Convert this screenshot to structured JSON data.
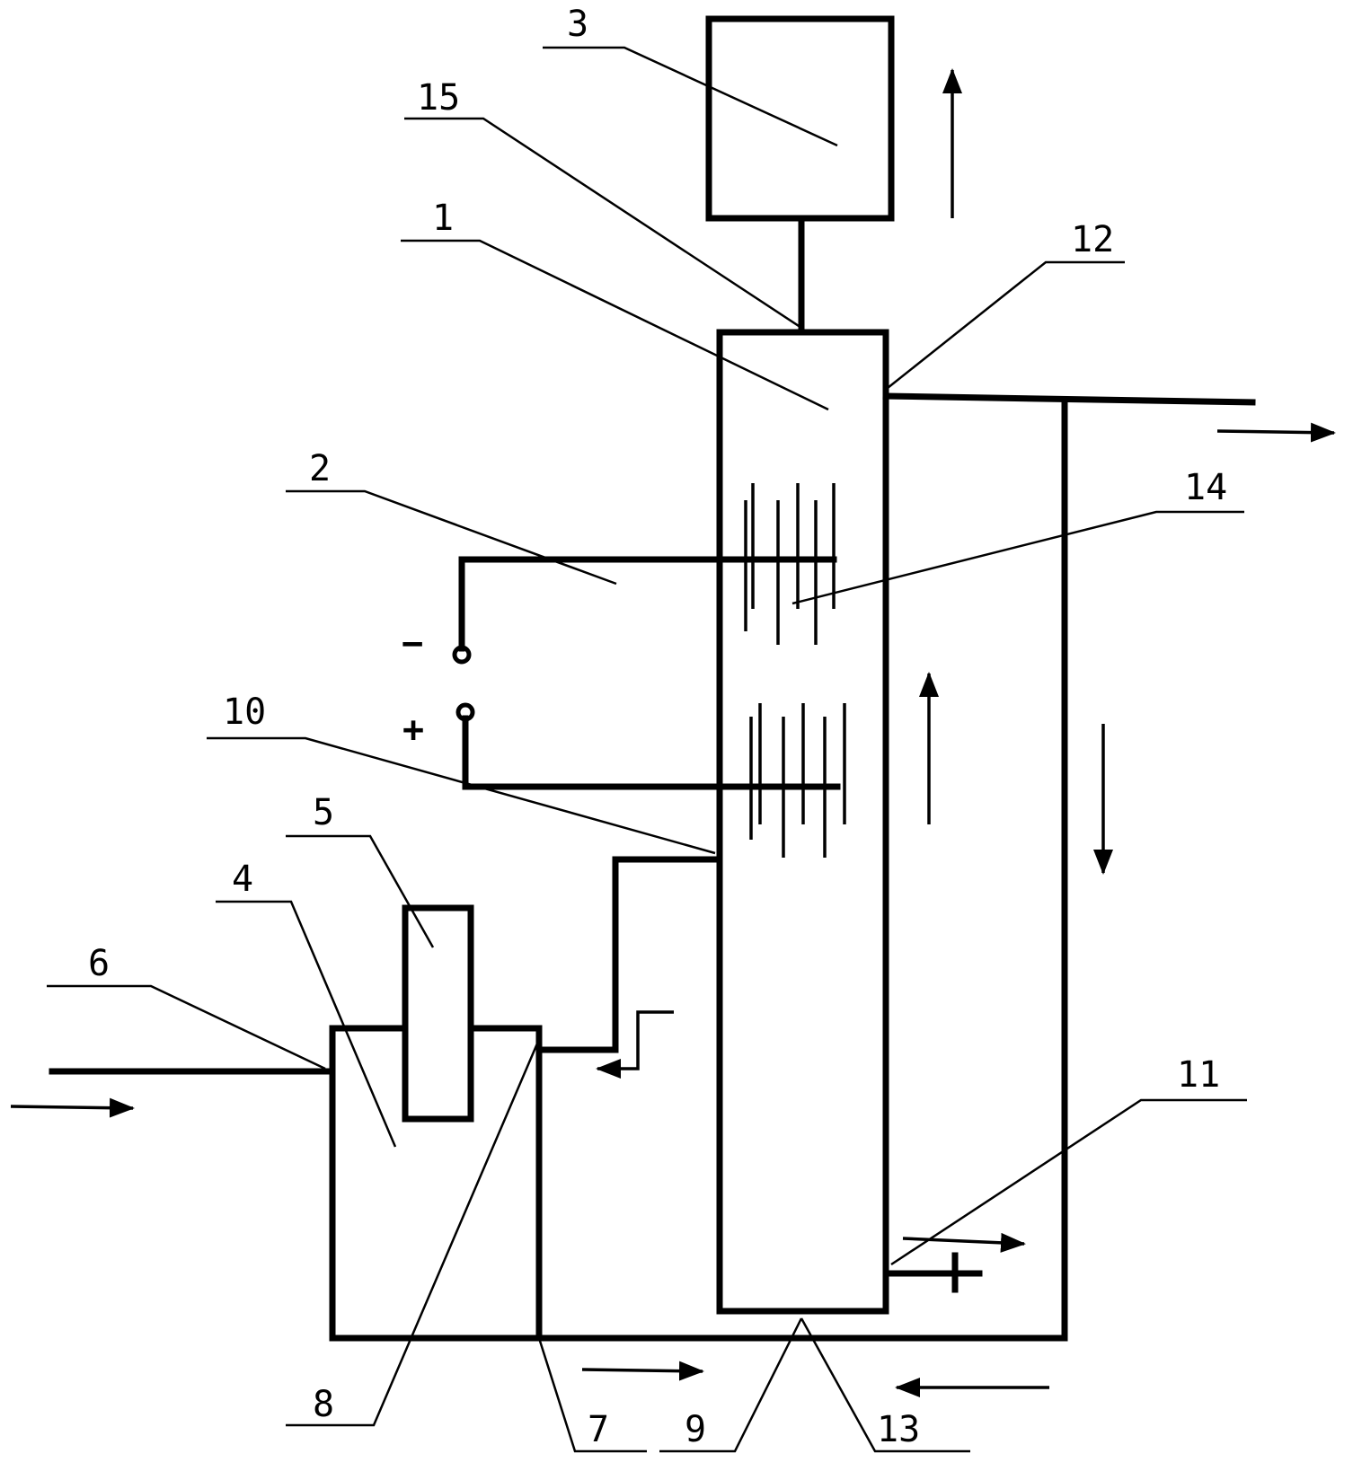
{
  "labels": {
    "l1": "1",
    "l2": "2",
    "l3": "3",
    "l4": "4",
    "l5": "5",
    "l6": "6",
    "l7": "7",
    "l8": "8",
    "l9": "9",
    "l10": "10",
    "l11": "11",
    "l12": "12",
    "l13": "13",
    "l14": "14",
    "l15": "15"
  },
  "polarity": {
    "negative": "−",
    "positive": "+",
    "outlet_positive": "+"
  }
}
